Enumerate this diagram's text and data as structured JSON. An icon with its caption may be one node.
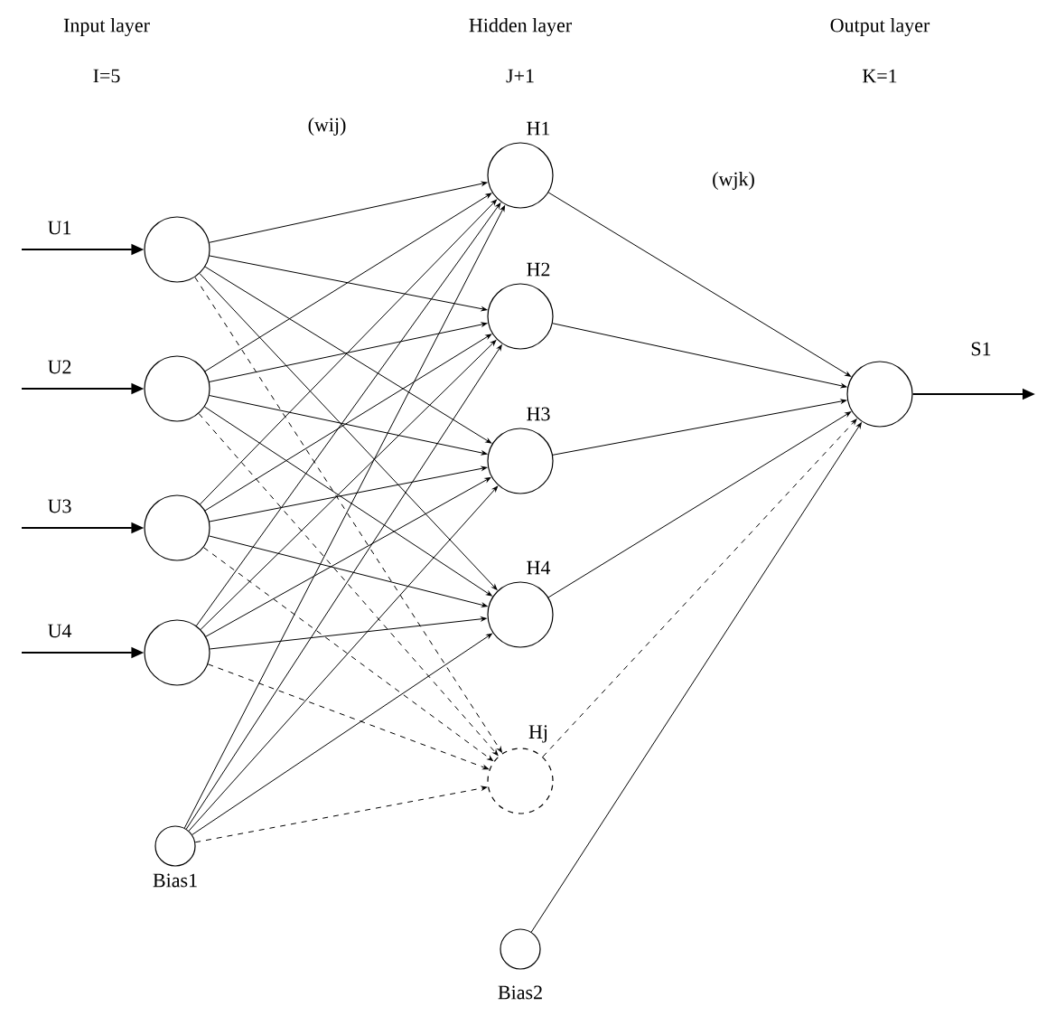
{
  "diagram": {
    "nodes": [
      {
        "text": [],
        "shape": "circle"
      },
      {
        "text": [],
        "shape": "circle"
      },
      {
        "text": [],
        "shape": "circle"
      },
      {
        "text": [],
        "shape": "circle"
      },
      {
        "text": [],
        "shape": "circle",
        "beside": [
          "Bias1"
        ]
      },
      {
        "text": [],
        "shape": "circle",
        "beside": [
          "H1"
        ]
      },
      {
        "text": [],
        "shape": "circle",
        "beside": [
          "H2"
        ]
      },
      {
        "text": [],
        "shape": "circle",
        "beside": [
          "H3"
        ]
      },
      {
        "text": [],
        "shape": "circle",
        "beside": [
          "H4"
        ]
      },
      {
        "text": [],
        "shape": "circle",
        "beside": [
          "Hj"
        ]
      },
      {
        "text": [],
        "shape": "circle",
        "beside": [
          "Bias2"
        ]
      },
      {
        "text": [],
        "shape": "circle"
      }
    ],
    "edges": [
      {
        "from": null,
        "to": 0,
        "arrow": "to",
        "label": "U1"
      },
      {
        "from": null,
        "to": 1,
        "arrow": "to",
        "label": "U2"
      },
      {
        "from": null,
        "to": 2,
        "arrow": "to",
        "label": "U3"
      },
      {
        "from": null,
        "to": 3,
        "arrow": "to",
        "label": "U4"
      },
      {
        "from": 0,
        "to": 5,
        "arrow": "to"
      },
      {
        "from": 0,
        "to": 6,
        "arrow": "to"
      },
      {
        "from": 0,
        "to": 7,
        "arrow": "to"
      },
      {
        "from": 0,
        "to": 8,
        "arrow": "to"
      },
      {
        "from": 0,
        "to": 9,
        "arrow": "to",
        "style": "dashed"
      },
      {
        "from": 1,
        "to": 5,
        "arrow": "to"
      },
      {
        "from": 1,
        "to": 6,
        "arrow": "to"
      },
      {
        "from": 1,
        "to": 7,
        "arrow": "to"
      },
      {
        "from": 1,
        "to": 8,
        "arrow": "to"
      },
      {
        "from": 1,
        "to": 9,
        "arrow": "to",
        "style": "dashed"
      },
      {
        "from": 2,
        "to": 5,
        "arrow": "to"
      },
      {
        "from": 2,
        "to": 6,
        "arrow": "to"
      },
      {
        "from": 2,
        "to": 7,
        "arrow": "to"
      },
      {
        "from": 2,
        "to": 8,
        "arrow": "to"
      },
      {
        "from": 2,
        "to": 9,
        "arrow": "to",
        "style": "dashed"
      },
      {
        "from": 3,
        "to": 5,
        "arrow": "to"
      },
      {
        "from": 3,
        "to": 6,
        "arrow": "to"
      },
      {
        "from": 3,
        "to": 7,
        "arrow": "to"
      },
      {
        "from": 3,
        "to": 8,
        "arrow": "to"
      },
      {
        "from": 3,
        "to": 9,
        "arrow": "to",
        "style": "dashed"
      },
      {
        "from": 4,
        "to": 5,
        "arrow": "to"
      },
      {
        "from": 4,
        "to": 6,
        "arrow": "to"
      },
      {
        "from": 4,
        "to": 7,
        "arrow": "to"
      },
      {
        "from": 4,
        "to": 8,
        "arrow": "to"
      },
      {
        "from": 4,
        "to": 9,
        "arrow": "to",
        "style": "dashed"
      },
      {
        "from": 5,
        "to": 11,
        "arrow": "to"
      },
      {
        "from": 6,
        "to": 11,
        "arrow": "to"
      },
      {
        "from": 7,
        "to": 11,
        "arrow": "to"
      },
      {
        "from": 8,
        "to": 11,
        "arrow": "to"
      },
      {
        "from": 9,
        "to": 11,
        "arrow": "to",
        "style": "dashed"
      },
      {
        "from": 10,
        "to": 11,
        "arrow": "to"
      },
      {
        "from": 11,
        "to": null,
        "arrow": "to",
        "label": "S1"
      }
    ],
    "labels": [
      "Input layer",
      "I=5",
      "Hidden layer",
      "J+1",
      "Output layer",
      "K=1",
      "(wij)",
      "(wjk)"
    ]
  }
}
